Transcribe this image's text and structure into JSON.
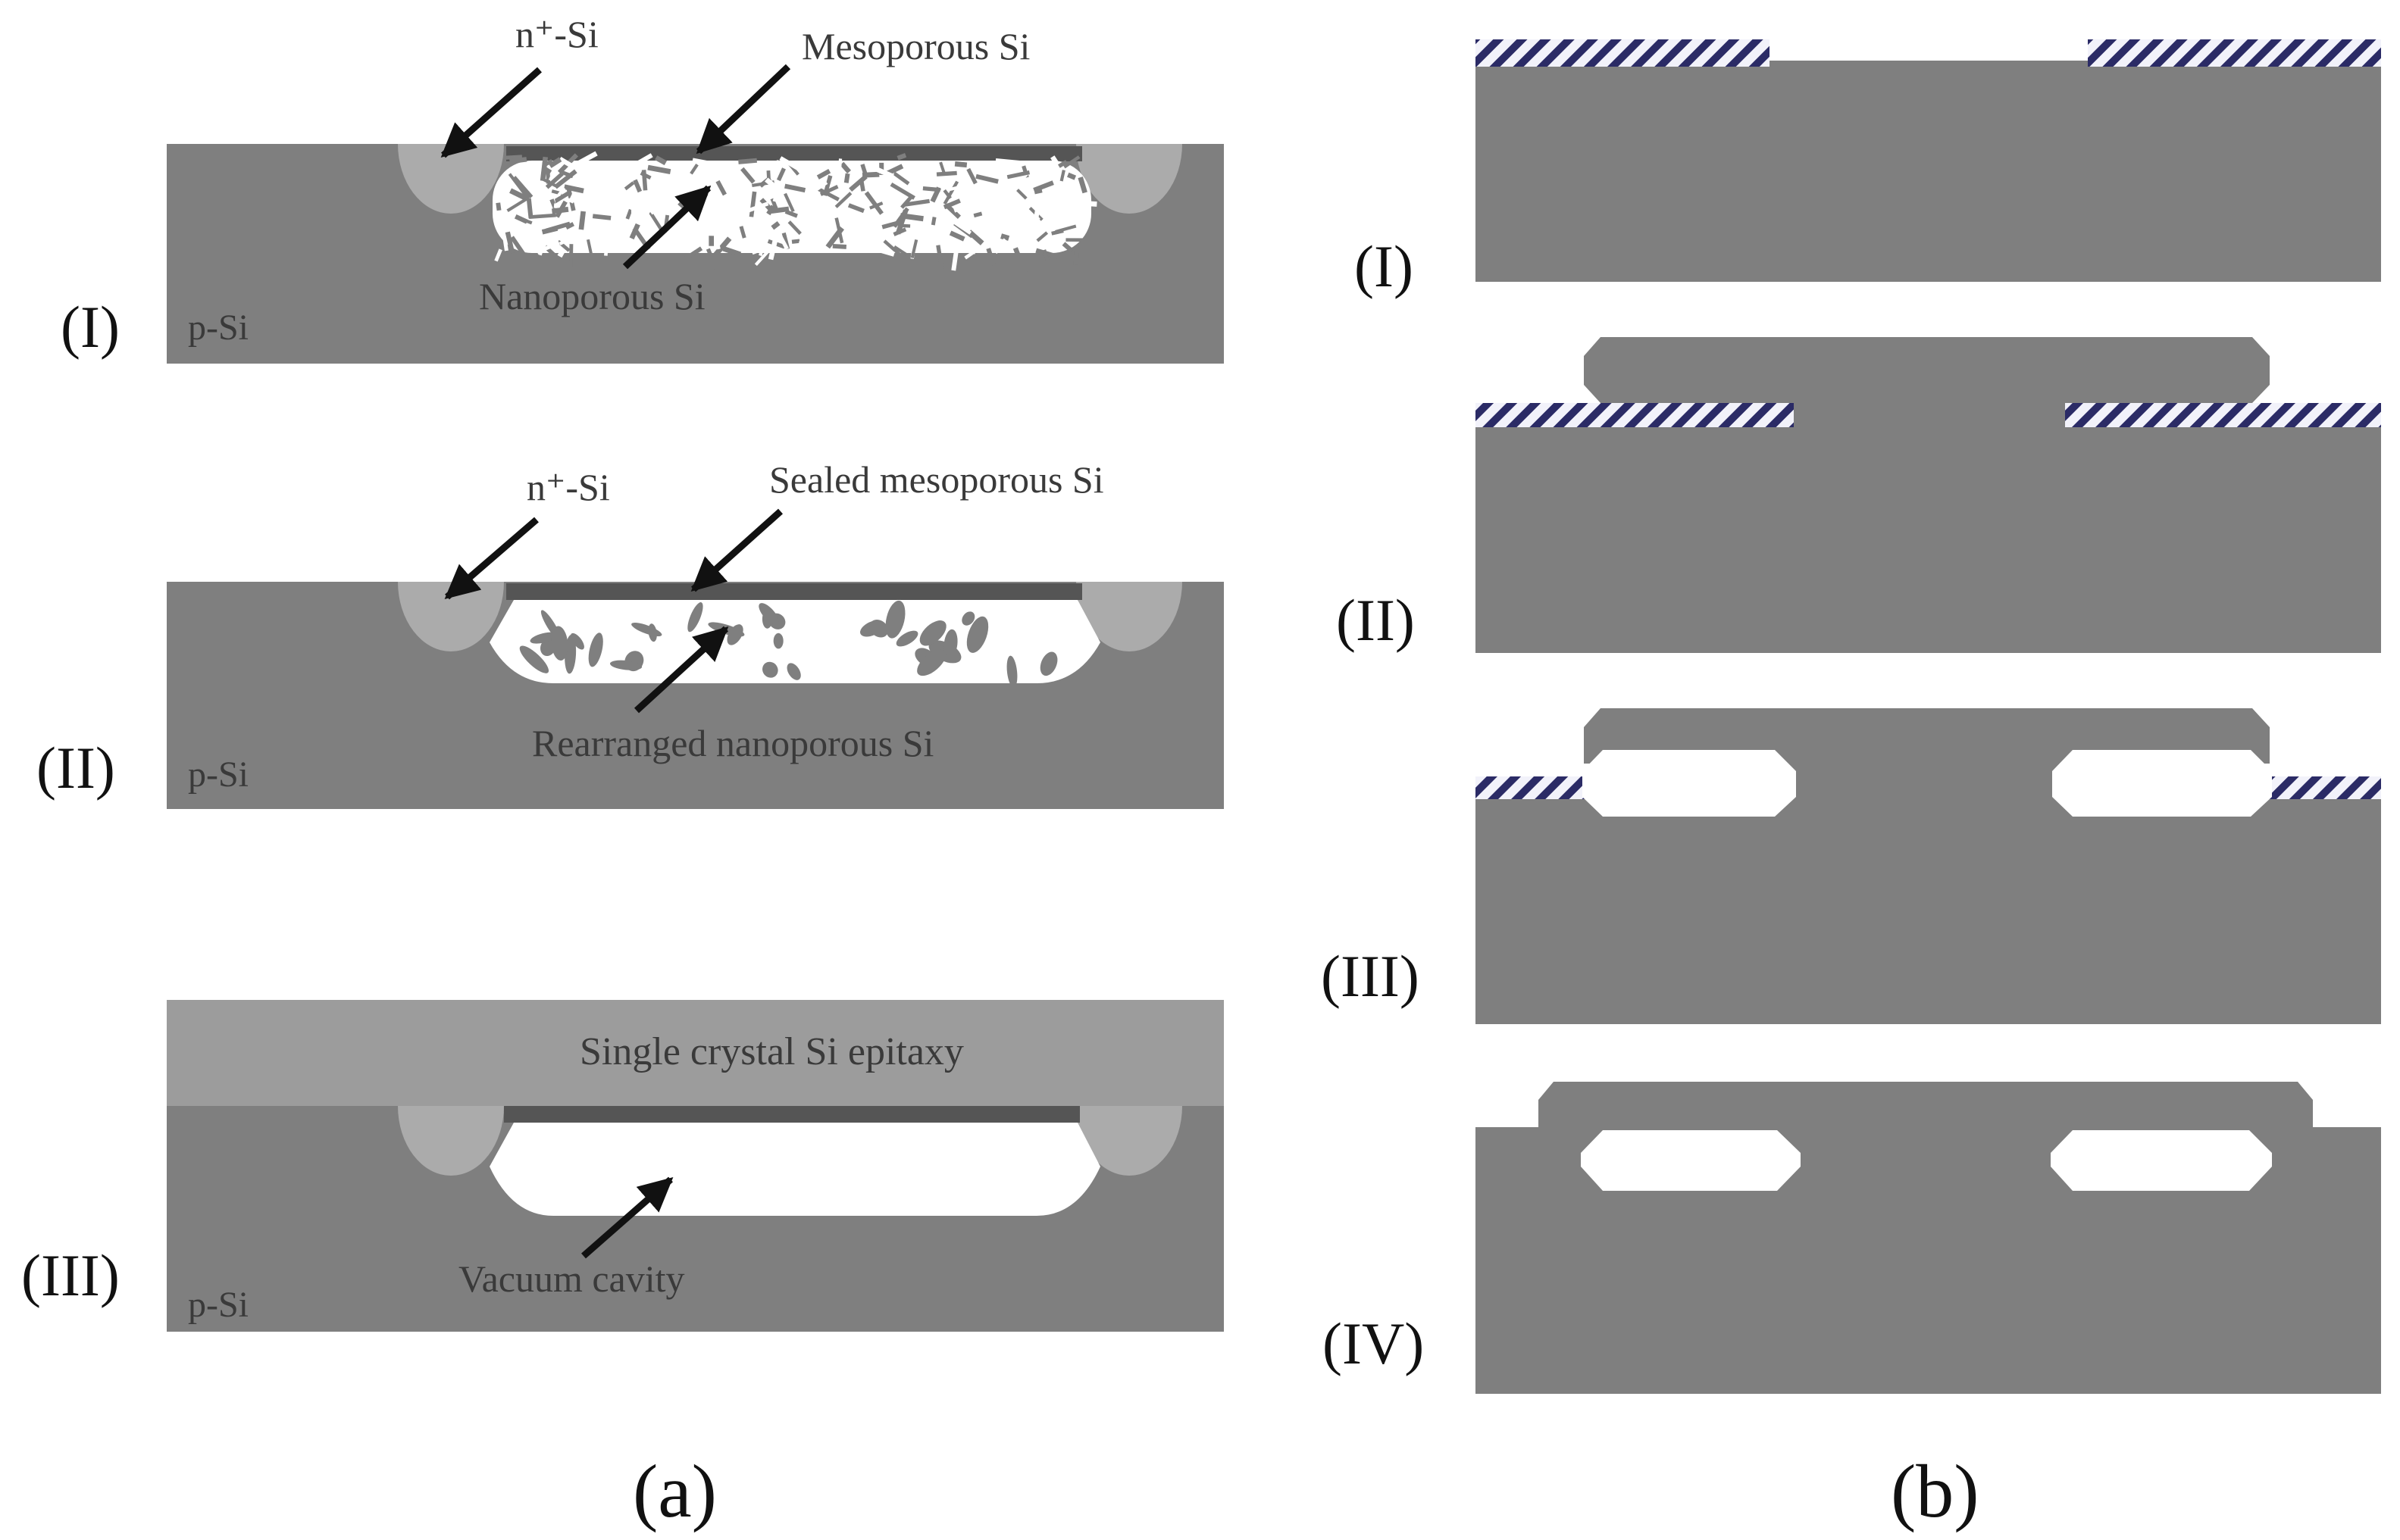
{
  "panel_a": {
    "caption": "(a)",
    "steps": [
      {
        "label": "(I)",
        "substrate_label": "p-Si",
        "annotations": [
          "n⁺-Si",
          "Mesoporous Si",
          "Nanoporous Si"
        ]
      },
      {
        "label": "(II)",
        "substrate_label": "p-Si",
        "annotations": [
          "n⁺-Si",
          "Sealed mesoporous Si",
          "Rearranged nanoporous Si"
        ]
      },
      {
        "label": "(III)",
        "substrate_label": "p-Si",
        "annotations": [
          "Single crystal Si epitaxy",
          "Vacuum cavity"
        ]
      }
    ]
  },
  "panel_b": {
    "caption": "(b)",
    "steps": [
      {
        "label": "(I)"
      },
      {
        "label": "(II)"
      },
      {
        "label": "(III)"
      },
      {
        "label": "(IV)"
      }
    ]
  },
  "colors": {
    "substrate": "#7f7f7f",
    "n_plus_region": "#ababab",
    "epitaxy_layer": "#9c9c9c",
    "mesoporous_layer": "#555555",
    "pore_void": "#ffffff",
    "mask_hatch": "#2b2b66"
  }
}
